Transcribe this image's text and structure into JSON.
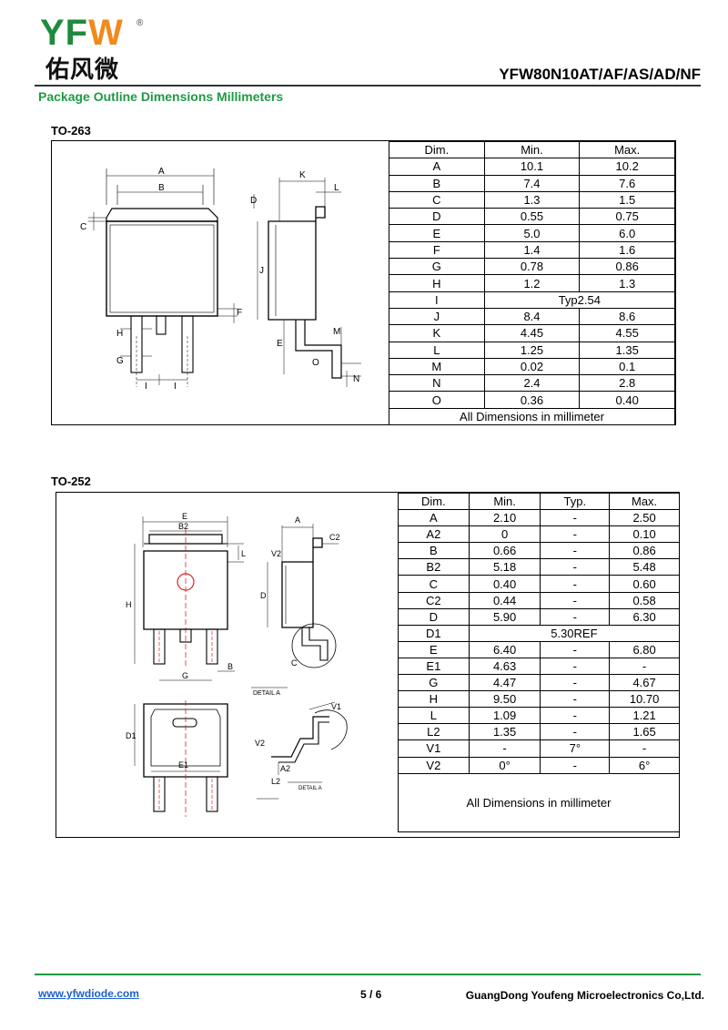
{
  "header": {
    "brand_latin_1": "YF",
    "brand_latin_2": "W",
    "brand_reg": "®",
    "brand_chinese": "佑风微",
    "part_number": "YFW80N10AT/AF/AS/AD/NF",
    "section_title": "Package Outline Dimensions Millimeters"
  },
  "to263": {
    "label": "TO-263",
    "drawing_labels": [
      "A",
      "B",
      "C",
      "D",
      "F",
      "H",
      "G",
      "I",
      "I",
      "K",
      "L",
      "J",
      "E",
      "M",
      "O",
      "N"
    ],
    "headers": [
      "Dim.",
      "Min.",
      "Max."
    ],
    "rows": [
      [
        "A",
        "10.1",
        "10.2"
      ],
      [
        "B",
        "7.4",
        "7.6"
      ],
      [
        "C",
        "1.3",
        "1.5"
      ],
      [
        "D",
        "0.55",
        "0.75"
      ],
      [
        "E",
        "5.0",
        "6.0"
      ],
      [
        "F",
        "1.4",
        "1.6"
      ],
      [
        "G",
        "0.78",
        "0.86"
      ],
      [
        "H",
        "1.2",
        "1.3"
      ],
      [
        "I",
        "Typ2.54"
      ],
      [
        "J",
        "8.4",
        "8.6"
      ],
      [
        "K",
        "4.45",
        "4.55"
      ],
      [
        "L",
        "1.25",
        "1.35"
      ],
      [
        "M",
        "0.02",
        "0.1"
      ],
      [
        "N",
        "2.4",
        "2.8"
      ],
      [
        "O",
        "0.36",
        "0.40"
      ]
    ],
    "footer": "All Dimensions in millimeter"
  },
  "to252": {
    "label": "TO-252",
    "drawing_labels": [
      "E",
      "B2",
      "L",
      "H",
      "G",
      "B",
      "A",
      "C2",
      "V2",
      "D",
      "C",
      "DETAIL A",
      "D1",
      "E1",
      "V1",
      "V2",
      "A2",
      "L2",
      "DETAIL A"
    ],
    "headers": [
      "Dim.",
      "Min.",
      "Typ.",
      "Max."
    ],
    "rows": [
      [
        "A",
        "2.10",
        "-",
        "2.50"
      ],
      [
        "A2",
        "0",
        "-",
        "0.10"
      ],
      [
        "B",
        "0.66",
        "-",
        "0.86"
      ],
      [
        "B2",
        "5.18",
        "-",
        "5.48"
      ],
      [
        "C",
        "0.40",
        "-",
        "0.60"
      ],
      [
        "C2",
        "0.44",
        "-",
        "0.58"
      ],
      [
        "D",
        "5.90",
        "-",
        "6.30"
      ],
      [
        "D1",
        "5.30REF"
      ],
      [
        "E",
        "6.40",
        "-",
        "6.80"
      ],
      [
        "E1",
        "4.63",
        "-",
        "-"
      ],
      [
        "G",
        "4.47",
        "-",
        "4.67"
      ],
      [
        "H",
        "9.50",
        "-",
        "10.70"
      ],
      [
        "L",
        "1.09",
        "-",
        "1.21"
      ],
      [
        "L2",
        "1.35",
        "-",
        "1.65"
      ],
      [
        "V1",
        "-",
        "7°",
        "-"
      ],
      [
        "V2",
        "0°",
        "-",
        "6°"
      ]
    ],
    "footer": "All Dimensions in millimeter"
  },
  "footer": {
    "url": "www.yfwdiode.com",
    "page": "5 / 6",
    "company": "GuangDong Youfeng Microelectronics Co,Ltd."
  }
}
